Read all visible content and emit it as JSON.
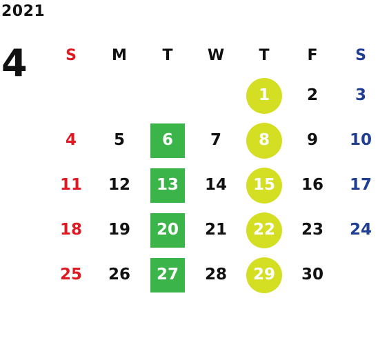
{
  "year": "2021",
  "month": "4",
  "colors": {
    "sunday": "#e01a22",
    "saturday": "#1f3e94",
    "tuesday_highlight": "#3bb54a",
    "thursday_highlight": "#d4de23",
    "text": "#111111"
  },
  "weekdays": [
    "S",
    "M",
    "T",
    "W",
    "T",
    "F",
    "S"
  ],
  "weeks": [
    [
      "",
      "",
      "",
      "",
      "1",
      "2",
      "3"
    ],
    [
      "4",
      "5",
      "6",
      "7",
      "8",
      "9",
      "10"
    ],
    [
      "11",
      "12",
      "13",
      "14",
      "15",
      "16",
      "17"
    ],
    [
      "18",
      "19",
      "20",
      "21",
      "22",
      "23",
      "24"
    ],
    [
      "25",
      "26",
      "27",
      "28",
      "29",
      "30",
      ""
    ]
  ]
}
